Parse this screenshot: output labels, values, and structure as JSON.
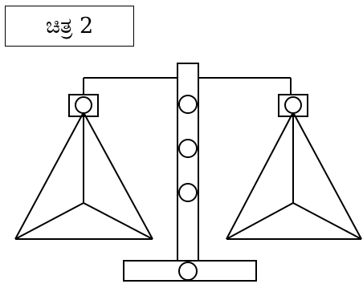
{
  "figure": {
    "label": "ಚಿತ್ರ 2"
  },
  "diagram": {
    "subject": "beam-balance",
    "stand_holes": 4,
    "pans": 2
  },
  "colors": {
    "stroke": "#000000",
    "background": "#ffffff"
  }
}
